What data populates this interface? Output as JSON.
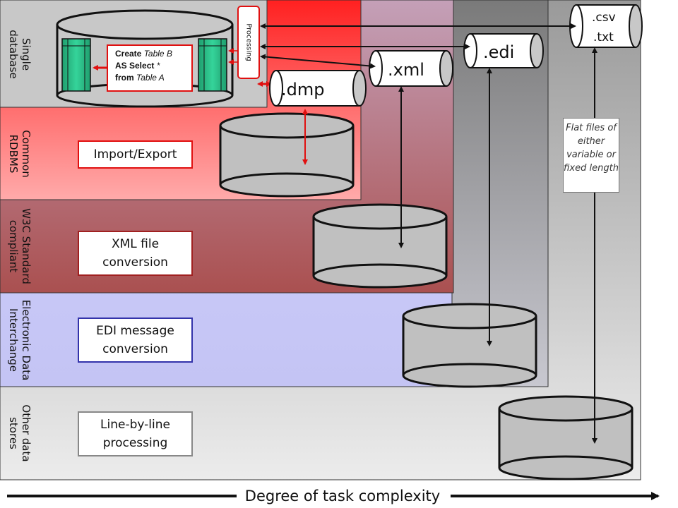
{
  "categories": [
    {
      "label": "Single\ndatabase"
    },
    {
      "label": "Common\nRDBMS"
    },
    {
      "label": "W3C Standard\ncompliant"
    },
    {
      "label": "Electronic Data\nInterchange"
    },
    {
      "label": "Other data\nstores"
    }
  ],
  "methods": {
    "import_export": "Import/Export",
    "xml_conversion": "XML file conversion",
    "edi_conversion": "EDI message conversion",
    "line_by_line": "Line-by-line processing"
  },
  "sql_box": {
    "line1_kw": "Create",
    "line1_rest": " Table B",
    "line2_kw": "AS Select",
    "line2_rest": " *",
    "line3_kw": "from",
    "line3_rest": " Table A"
  },
  "processing_label": "Processing",
  "file_formats": {
    "dmp": ".dmp",
    "xml": ".xml",
    "edi": ".edi",
    "csv": ".csv",
    "txt": ".txt"
  },
  "flat_files_note": "Flat files of either variable or fixed length",
  "axis_label": "Degree of task complexity",
  "colors": {
    "red_accent": "#e01010",
    "periwinkle": "#ccccff",
    "grey_panel": "#c0c0c0",
    "cylinder_fill": "#c0c0c0",
    "table_green": "#2ec08a"
  }
}
